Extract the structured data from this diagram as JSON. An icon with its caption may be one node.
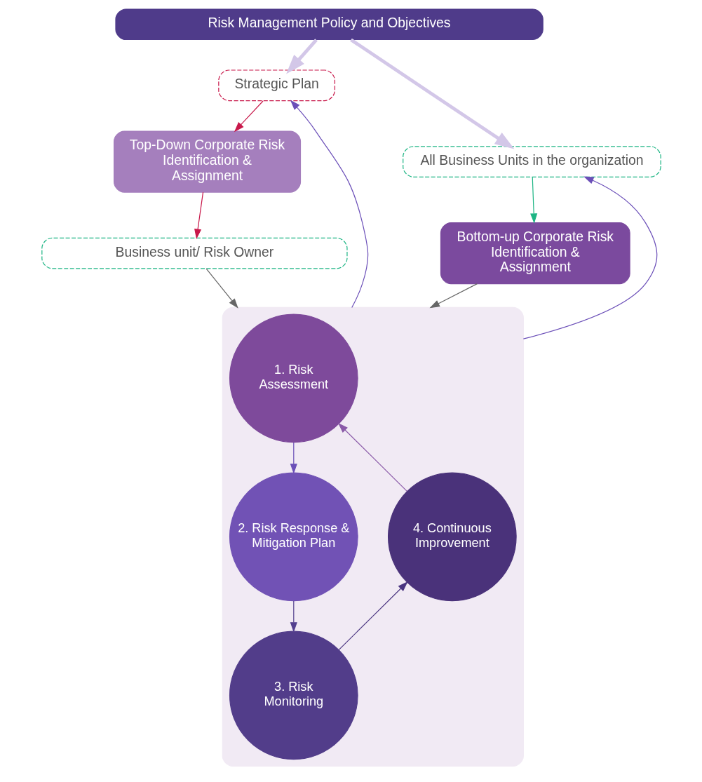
{
  "diagram": {
    "nodes": [
      {
        "text": [
          "Risk Management Policy and Objectives"
        ]
      },
      {
        "text": [
          "Strategic Plan"
        ]
      },
      {
        "text": [
          "All Business Units in the organization"
        ]
      },
      {
        "text": [
          "Top-Down Corporate Risk Identification & Assignment"
        ]
      },
      {
        "text": [
          "Bottom-up Corporate Risk Identification & Assignment"
        ]
      },
      {
        "text": [
          "Business unit/ Risk Owner"
        ]
      },
      {
        "text": [],
        "shape": "box"
      },
      {
        "text": [
          "1. Risk Assessment"
        ],
        "in": 6
      },
      {
        "text": [
          "2. Risk Response & Mitigation Plan"
        ],
        "in": 6
      },
      {
        "text": [
          "3. Risk Monitoring"
        ],
        "in": 6
      },
      {
        "text": [
          "4. Continuous Improvement"
        ],
        "in": 6
      }
    ],
    "edges": [
      {
        "from": 0,
        "to": 1,
        "arrow": "to",
        "color": "#d3c7e8",
        "style": "thick"
      },
      {
        "from": 0,
        "to": 2,
        "arrow": "to",
        "color": "#d3c7e8",
        "style": "thick"
      },
      {
        "from": 1,
        "to": 3,
        "arrow": "to",
        "color": "#c8184a"
      },
      {
        "from": 2,
        "to": 4,
        "arrow": "to",
        "color": "#1db584"
      },
      {
        "from": 3,
        "to": 5,
        "arrow": "to",
        "color": "#c8184a"
      },
      {
        "from": 5,
        "to": 6,
        "arrow": "to",
        "color": "#666666"
      },
      {
        "from": 4,
        "to": 6,
        "arrow": "to",
        "color": "#666666"
      },
      {
        "from": 6,
        "to": 1,
        "arrow": "to",
        "color": "#6b4fb8"
      },
      {
        "from": 6,
        "to": 2,
        "arrow": "to",
        "color": "#6b4fb8"
      },
      {
        "from": 10,
        "to": 7,
        "arrow": "to",
        "color": "#8a5aa8"
      },
      {
        "from": 7,
        "to": 8,
        "arrow": "to",
        "color": "#6b4fb8"
      },
      {
        "from": 8,
        "to": 9,
        "arrow": "to",
        "color": "#54408f"
      },
      {
        "from": 9,
        "to": 10,
        "arrow": "to",
        "color": "#4a3580"
      }
    ]
  }
}
